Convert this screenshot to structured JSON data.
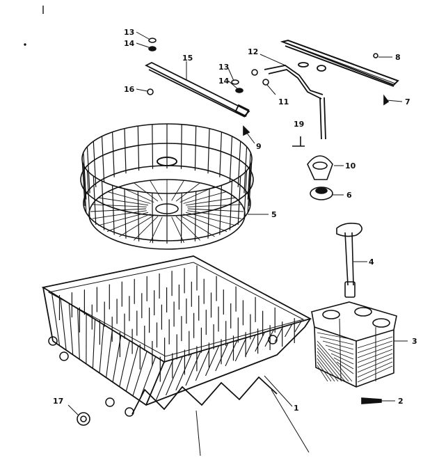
{
  "diagram": {
    "ink_color": "#111111",
    "background": "#ffffff",
    "callouts": [
      {
        "id": "c13a",
        "text": "13"
      },
      {
        "id": "c14a",
        "text": "14"
      },
      {
        "id": "c16",
        "text": "16"
      },
      {
        "id": "c15",
        "text": "15"
      },
      {
        "id": "c13b",
        "text": "13"
      },
      {
        "id": "c14b",
        "text": "14"
      },
      {
        "id": "c12",
        "text": "12"
      },
      {
        "id": "c8",
        "text": "8"
      },
      {
        "id": "c7",
        "text": "7"
      },
      {
        "id": "c11",
        "text": "11"
      },
      {
        "id": "c9",
        "text": "9"
      },
      {
        "id": "c19",
        "text": "19"
      },
      {
        "id": "c10",
        "text": "10"
      },
      {
        "id": "c6",
        "text": "6"
      },
      {
        "id": "c5",
        "text": "5"
      },
      {
        "id": "c4",
        "text": "4"
      },
      {
        "id": "c3",
        "text": "3"
      },
      {
        "id": "c2",
        "text": "2"
      },
      {
        "id": "c1",
        "text": "1"
      },
      {
        "id": "c17",
        "text": "17"
      }
    ]
  }
}
